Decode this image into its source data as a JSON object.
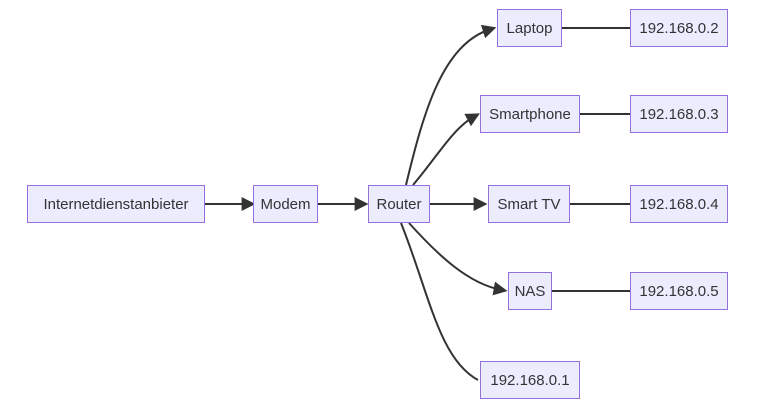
{
  "diagram": {
    "type": "flowchart",
    "direction": "left-to-right",
    "colors": {
      "node_fill": "#ECECFF",
      "node_border": "#9370DB",
      "edge": "#333333",
      "text": "#333333",
      "background": "#FFFFFF"
    },
    "nodes": {
      "isp": {
        "label": "Internetdienstanbieter"
      },
      "modem": {
        "label": "Modem"
      },
      "router": {
        "label": "Router"
      },
      "laptop": {
        "label": "Laptop"
      },
      "smartphone": {
        "label": "Smartphone"
      },
      "smarttv": {
        "label": "Smart TV"
      },
      "nas": {
        "label": "NAS"
      },
      "ip_router": {
        "label": "192.168.0.1"
      },
      "ip_laptop": {
        "label": "192.168.0.2"
      },
      "ip_smartphone": {
        "label": "192.168.0.3"
      },
      "ip_smarttv": {
        "label": "192.168.0.4"
      },
      "ip_nas": {
        "label": "192.168.0.5"
      }
    },
    "edges": [
      {
        "from": "Internetdienstanbieter",
        "to": "Modem",
        "arrow": true
      },
      {
        "from": "Modem",
        "to": "Router",
        "arrow": true
      },
      {
        "from": "Router",
        "to": "Laptop",
        "arrow": true
      },
      {
        "from": "Router",
        "to": "Smartphone",
        "arrow": true
      },
      {
        "from": "Router",
        "to": "Smart TV",
        "arrow": true
      },
      {
        "from": "Router",
        "to": "NAS",
        "arrow": true
      },
      {
        "from": "Router",
        "to": "192.168.0.1",
        "arrow": false
      },
      {
        "from": "Laptop",
        "to": "192.168.0.2",
        "arrow": false
      },
      {
        "from": "Smartphone",
        "to": "192.168.0.3",
        "arrow": false
      },
      {
        "from": "Smart TV",
        "to": "192.168.0.4",
        "arrow": false
      },
      {
        "from": "NAS",
        "to": "192.168.0.5",
        "arrow": false
      }
    ]
  }
}
